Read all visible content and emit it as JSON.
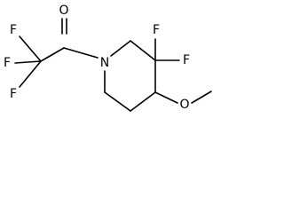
{
  "molecule": {
    "atoms": {
      "carbonyl_oxygen": "O",
      "fluorine_top_left": "F",
      "fluorine_left": "F",
      "fluorine_bottom_left": "F",
      "ring_nitrogen": "N",
      "gem_fluorine_top": "F",
      "gem_fluorine_right": "F",
      "methoxy_oxygen": "O"
    }
  }
}
